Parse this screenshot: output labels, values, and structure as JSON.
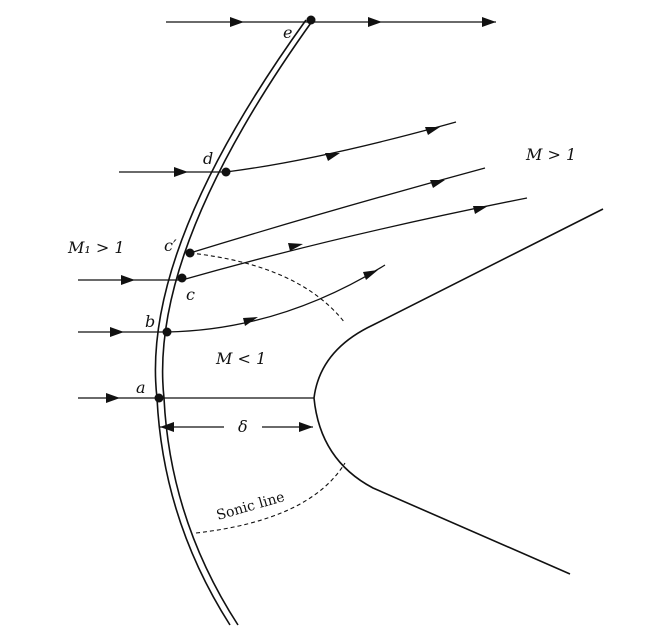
{
  "labels": {
    "point_a": "a",
    "point_b": "b",
    "point_c": "c",
    "point_c_prime": "c′",
    "point_d": "d",
    "point_e": "e",
    "freestream_mach": "M₁ > 1",
    "supersonic_region": "M > 1",
    "subsonic_region": "M < 1",
    "standoff_distance": "δ",
    "sonic_line": "Sonic line"
  },
  "colors": {
    "ink": "#111111",
    "background": "#ffffff"
  }
}
